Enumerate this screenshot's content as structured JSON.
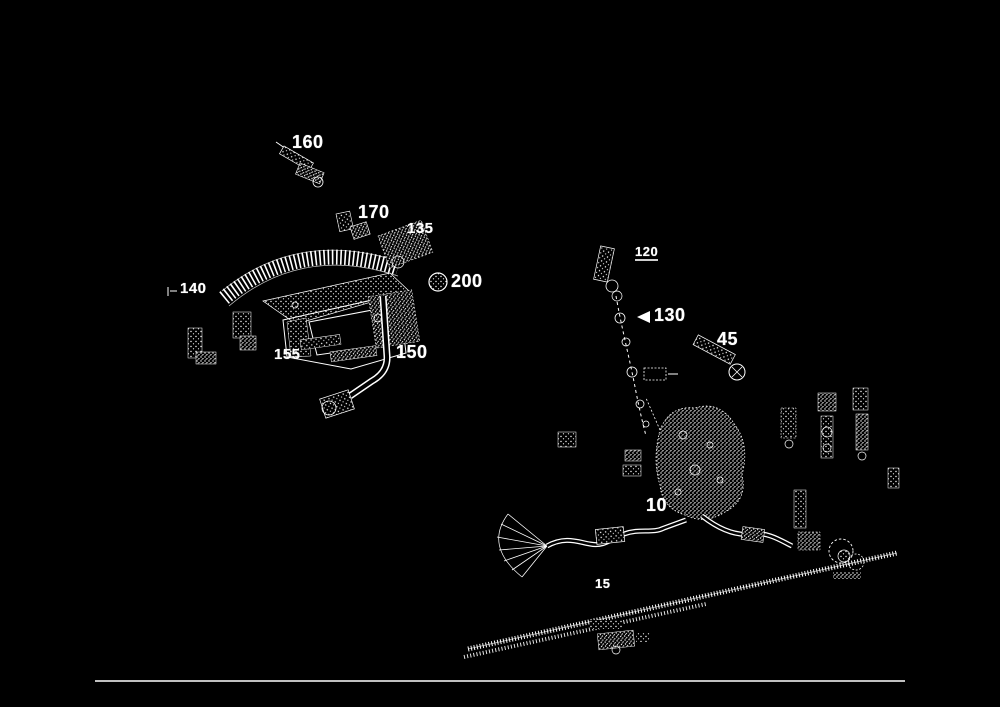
{
  "meta": {
    "diagram_type": "exploded-parts-diagram",
    "background_color": "#000000",
    "ink_color": "#ffffff"
  },
  "callouts": [
    {
      "id": "160",
      "text": "160"
    },
    {
      "id": "170",
      "text": "170"
    },
    {
      "id": "135",
      "text": "135"
    },
    {
      "id": "140",
      "text": "140"
    },
    {
      "id": "200",
      "text": "200"
    },
    {
      "id": "155",
      "text": "155"
    },
    {
      "id": "150",
      "text": "150"
    },
    {
      "id": "120",
      "text": "120"
    },
    {
      "id": "130",
      "text": "130"
    },
    {
      "id": "45",
      "text": "45"
    },
    {
      "id": "10",
      "text": "10"
    },
    {
      "id": "15",
      "text": "15"
    }
  ]
}
